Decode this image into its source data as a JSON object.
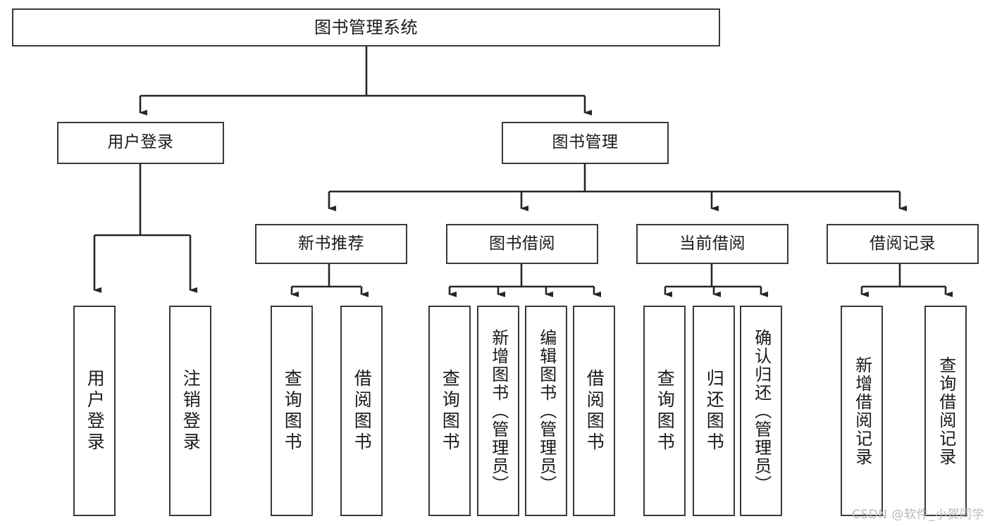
{
  "diagram": {
    "title": "图书管理系统",
    "type": "tree",
    "watermark": "CSDN @软件_小贺同学",
    "colors": {
      "border": "#3a3a3a",
      "background": "#ffffff",
      "text": "#1a1a1a",
      "edge": "#262626",
      "watermark": "#b9b9b9"
    },
    "levels": {
      "root": {
        "label": "图书管理系统"
      },
      "level2": [
        {
          "label": "用户登录"
        },
        {
          "label": "图书管理"
        }
      ],
      "level3": [
        {
          "label": "新书推荐"
        },
        {
          "label": "图书借阅"
        },
        {
          "label": "当前借阅"
        },
        {
          "label": "借阅记录"
        }
      ],
      "leaves": {
        "user_login": [
          {
            "label": "用户登录"
          },
          {
            "label": "注销登录"
          }
        ],
        "new_book_recommend": [
          {
            "label": "查询图书"
          },
          {
            "label": "借阅图书"
          }
        ],
        "book_borrow": [
          {
            "label": "查询图书"
          },
          {
            "label": "新增图书（管理员）"
          },
          {
            "label": "编辑图书（管理员）"
          },
          {
            "label": "借阅图书"
          }
        ],
        "current_borrow": [
          {
            "label": "查询图书"
          },
          {
            "label": "归还图书"
          },
          {
            "label": "确认归还（管理员）"
          }
        ],
        "borrow_record": [
          {
            "label": "新增借阅记录"
          },
          {
            "label": "查询借阅记录"
          }
        ]
      }
    }
  }
}
